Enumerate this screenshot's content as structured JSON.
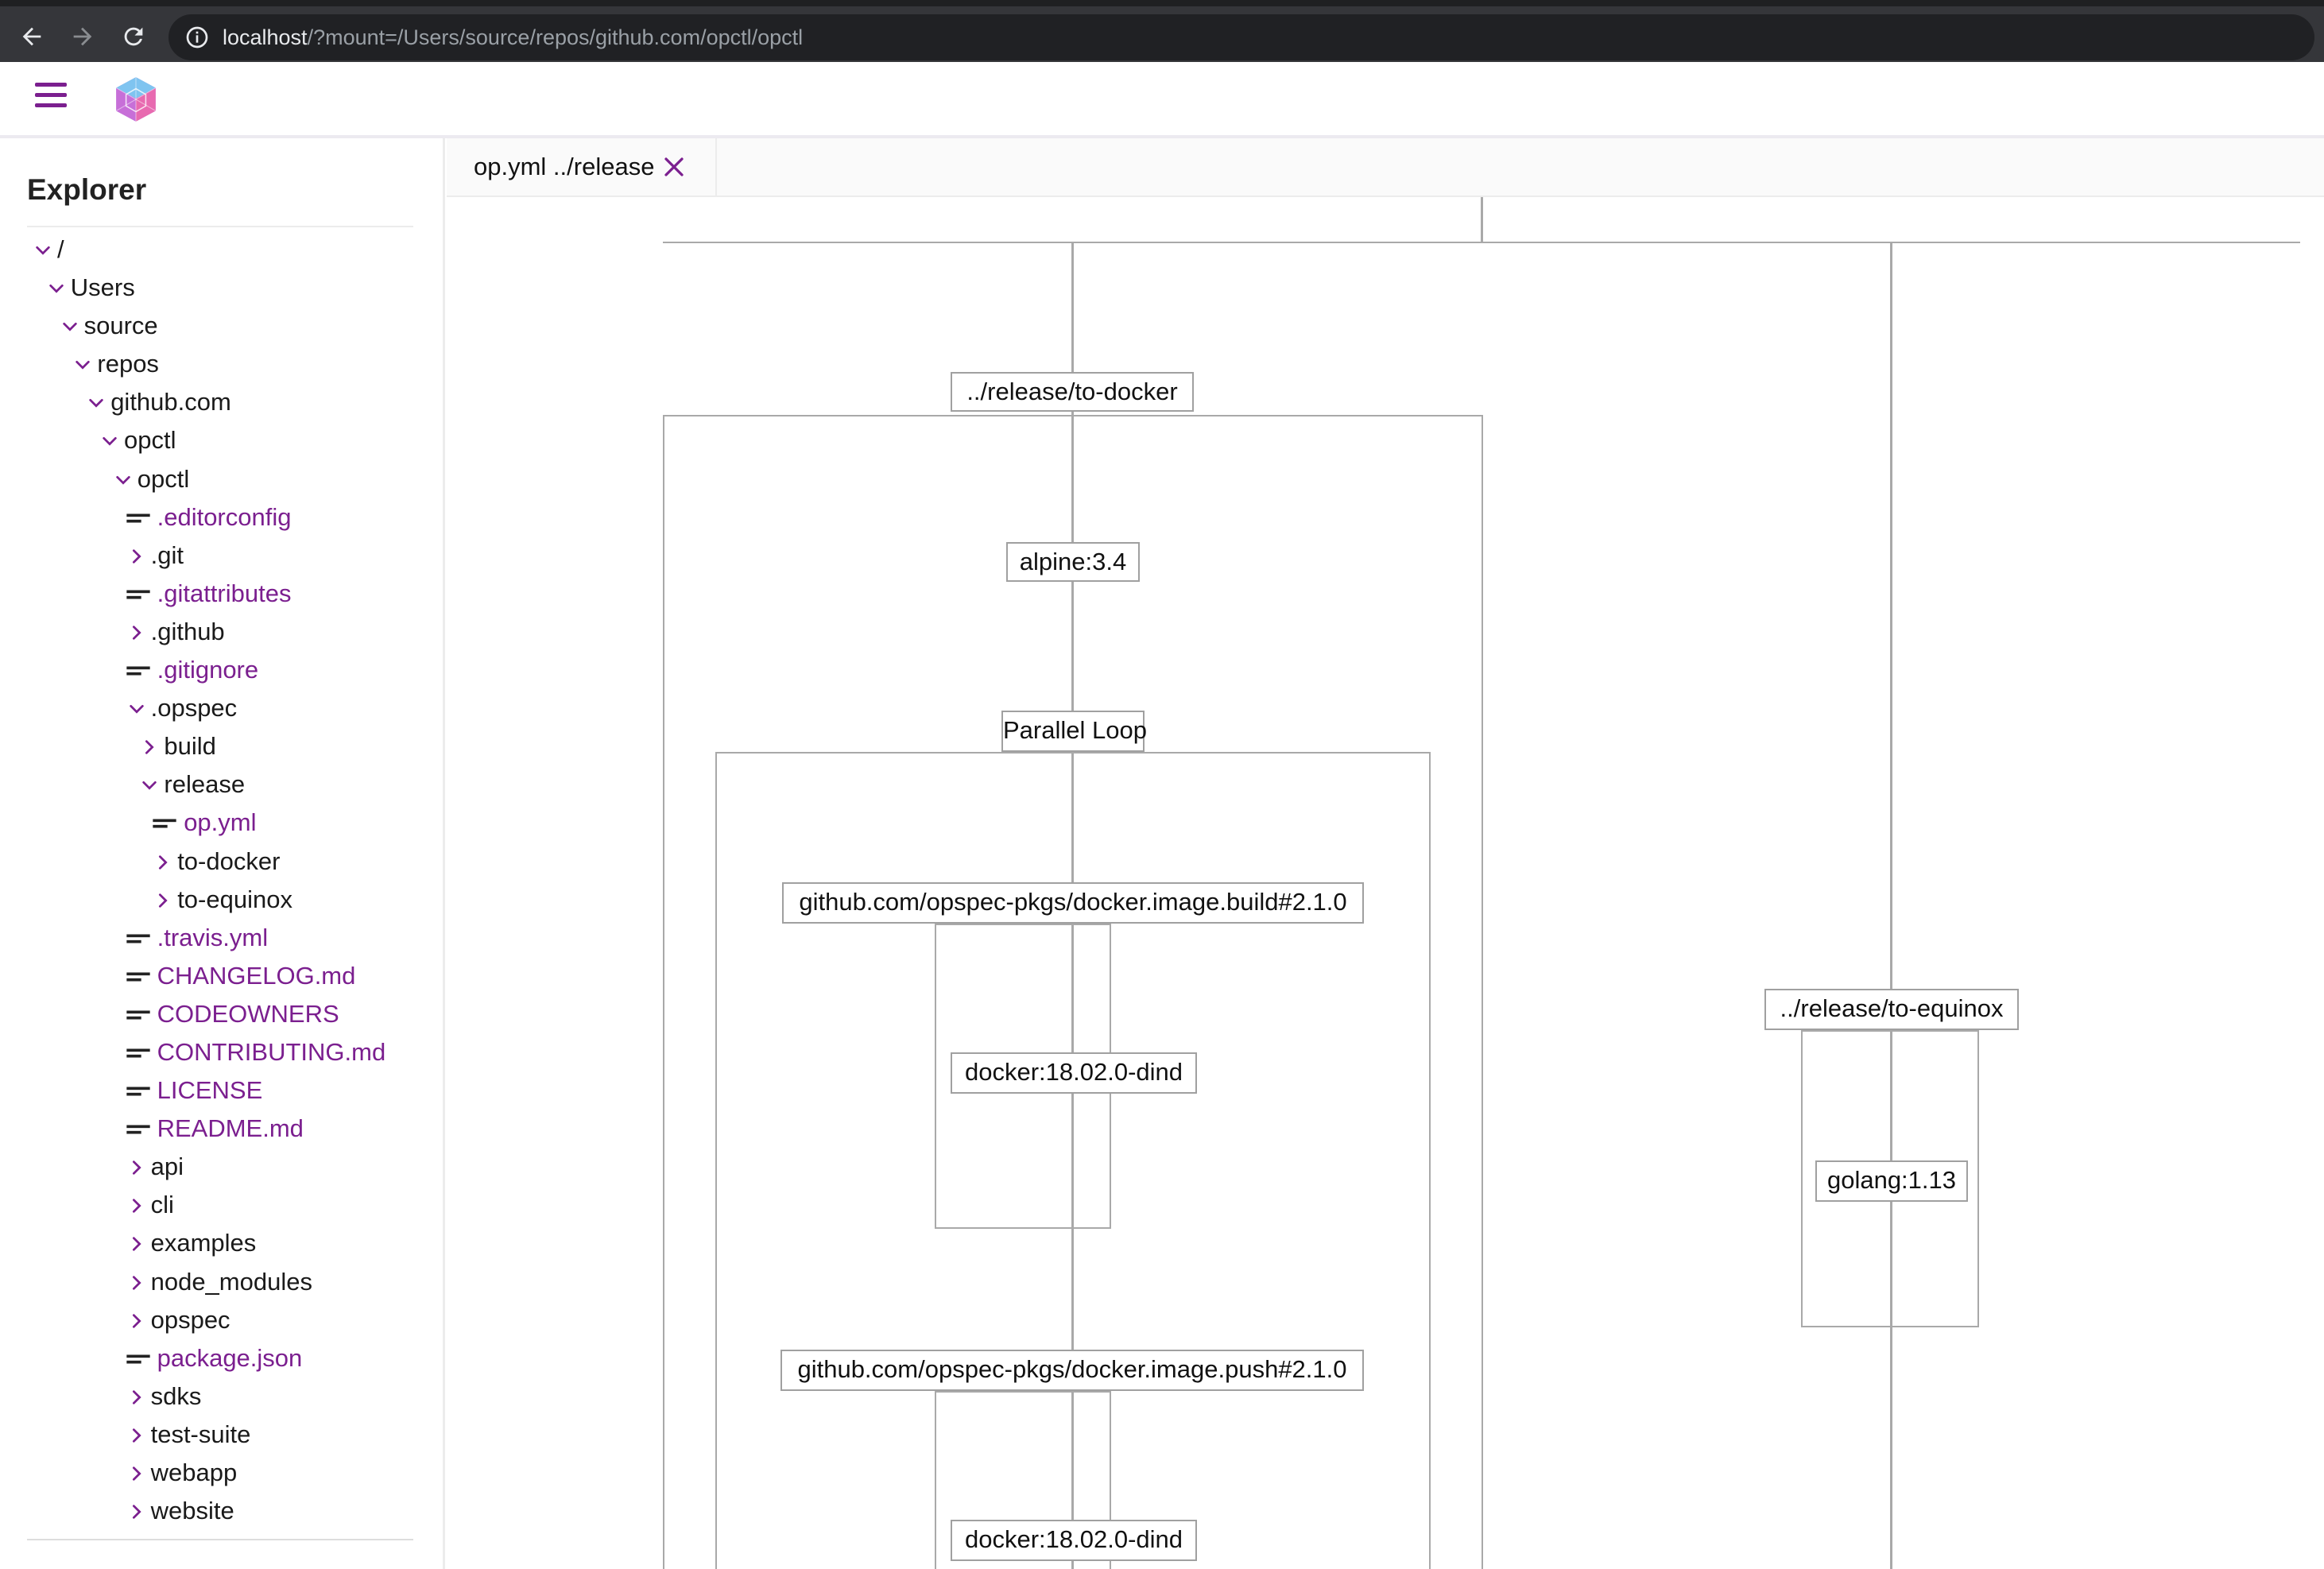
{
  "browser": {
    "url_host": "localhost",
    "url_path": "/?mount=/Users/source/repos/github.com/opctl/opctl"
  },
  "sidebar": {
    "title": "Explorer",
    "tree": [
      {
        "label": "/",
        "type": "dir",
        "state": "expanded",
        "depth": 0
      },
      {
        "label": "Users",
        "type": "dir",
        "state": "expanded",
        "depth": 1
      },
      {
        "label": "source",
        "type": "dir",
        "state": "expanded",
        "depth": 2
      },
      {
        "label": "repos",
        "type": "dir",
        "state": "expanded",
        "depth": 3
      },
      {
        "label": "github.com",
        "type": "dir",
        "state": "expanded",
        "depth": 4
      },
      {
        "label": "opctl",
        "type": "dir",
        "state": "expanded",
        "depth": 5
      },
      {
        "label": "opctl",
        "type": "dir",
        "state": "expanded",
        "depth": 6
      },
      {
        "label": ".editorconfig",
        "type": "file",
        "depth": 7
      },
      {
        "label": ".git",
        "type": "dir",
        "state": "collapsed",
        "depth": 7
      },
      {
        "label": ".gitattributes",
        "type": "file",
        "depth": 7
      },
      {
        "label": ".github",
        "type": "dir",
        "state": "collapsed",
        "depth": 7
      },
      {
        "label": ".gitignore",
        "type": "file",
        "depth": 7
      },
      {
        "label": ".opspec",
        "type": "dir",
        "state": "expanded",
        "depth": 7
      },
      {
        "label": "build",
        "type": "dir",
        "state": "collapsed",
        "depth": 8
      },
      {
        "label": "release",
        "type": "dir",
        "state": "expanded",
        "depth": 8
      },
      {
        "label": "op.yml",
        "type": "file",
        "depth": 9
      },
      {
        "label": "to-docker",
        "type": "dir",
        "state": "collapsed",
        "depth": 9
      },
      {
        "label": "to-equinox",
        "type": "dir",
        "state": "collapsed",
        "depth": 9
      },
      {
        "label": ".travis.yml",
        "type": "file",
        "depth": 7
      },
      {
        "label": "CHANGELOG.md",
        "type": "file",
        "depth": 7
      },
      {
        "label": "CODEOWNERS",
        "type": "file",
        "depth": 7
      },
      {
        "label": "CONTRIBUTING.md",
        "type": "file",
        "depth": 7
      },
      {
        "label": "LICENSE",
        "type": "file",
        "depth": 7
      },
      {
        "label": "README.md",
        "type": "file",
        "depth": 7
      },
      {
        "label": "api",
        "type": "dir",
        "state": "collapsed",
        "depth": 7
      },
      {
        "label": "cli",
        "type": "dir",
        "state": "collapsed",
        "depth": 7
      },
      {
        "label": "examples",
        "type": "dir",
        "state": "collapsed",
        "depth": 7
      },
      {
        "label": "node_modules",
        "type": "dir",
        "state": "collapsed",
        "depth": 7
      },
      {
        "label": "opspec",
        "type": "dir",
        "state": "collapsed",
        "depth": 7
      },
      {
        "label": "package.json",
        "type": "file",
        "depth": 7
      },
      {
        "label": "sdks",
        "type": "dir",
        "state": "collapsed",
        "depth": 7
      },
      {
        "label": "test-suite",
        "type": "dir",
        "state": "collapsed",
        "depth": 7
      },
      {
        "label": "webapp",
        "type": "dir",
        "state": "collapsed",
        "depth": 7
      },
      {
        "label": "website",
        "type": "dir",
        "state": "collapsed",
        "depth": 7
      }
    ]
  },
  "tabs": [
    {
      "label": "op.yml ../release",
      "active": true
    }
  ],
  "graph": {
    "to_docker": "../release/to-docker",
    "alpine": "alpine:3.4",
    "parallel_loop": "Parallel Loop",
    "docker_build": "github.com/opspec-pkgs/docker.image.build#2.1.0",
    "dind_1": "docker:18.02.0-dind",
    "docker_push": "github.com/opspec-pkgs/docker.image.push#2.1.0",
    "dind_2": "docker:18.02.0-dind",
    "to_equinox": "../release/to-equinox",
    "golang": "golang:1.13"
  },
  "icons": {
    "back": "arrow-left-icon",
    "forward": "arrow-right-icon",
    "reload": "reload-icon",
    "info": "info-icon",
    "menu": "hamburger-menu-icon",
    "logo": "opctl-logo",
    "tab_close": "close-icon",
    "dir_expanded": "chevron-down-icon",
    "dir_collapsed": "chevron-right-icon",
    "file": "file-lines-icon"
  },
  "colors": {
    "accent": "#7b1f8f",
    "chrome_bg": "#35363a",
    "urlbar_bg": "#202124",
    "graph_line": "#a9a9a9"
  }
}
